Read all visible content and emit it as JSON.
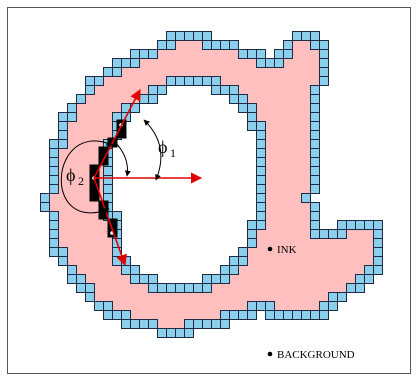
{
  "labels": {
    "phi1": "ϕ",
    "phi1_sub": "1",
    "phi2": "ϕ",
    "phi2_sub": "2",
    "ink": "INK",
    "background": "BACKGROUND"
  },
  "colors": {
    "ink_fill": "#ffbfbf",
    "contour_cell": "#8ccfec",
    "selected_pixel": "#000000",
    "vector": "#e00000",
    "line": "#000000"
  }
}
